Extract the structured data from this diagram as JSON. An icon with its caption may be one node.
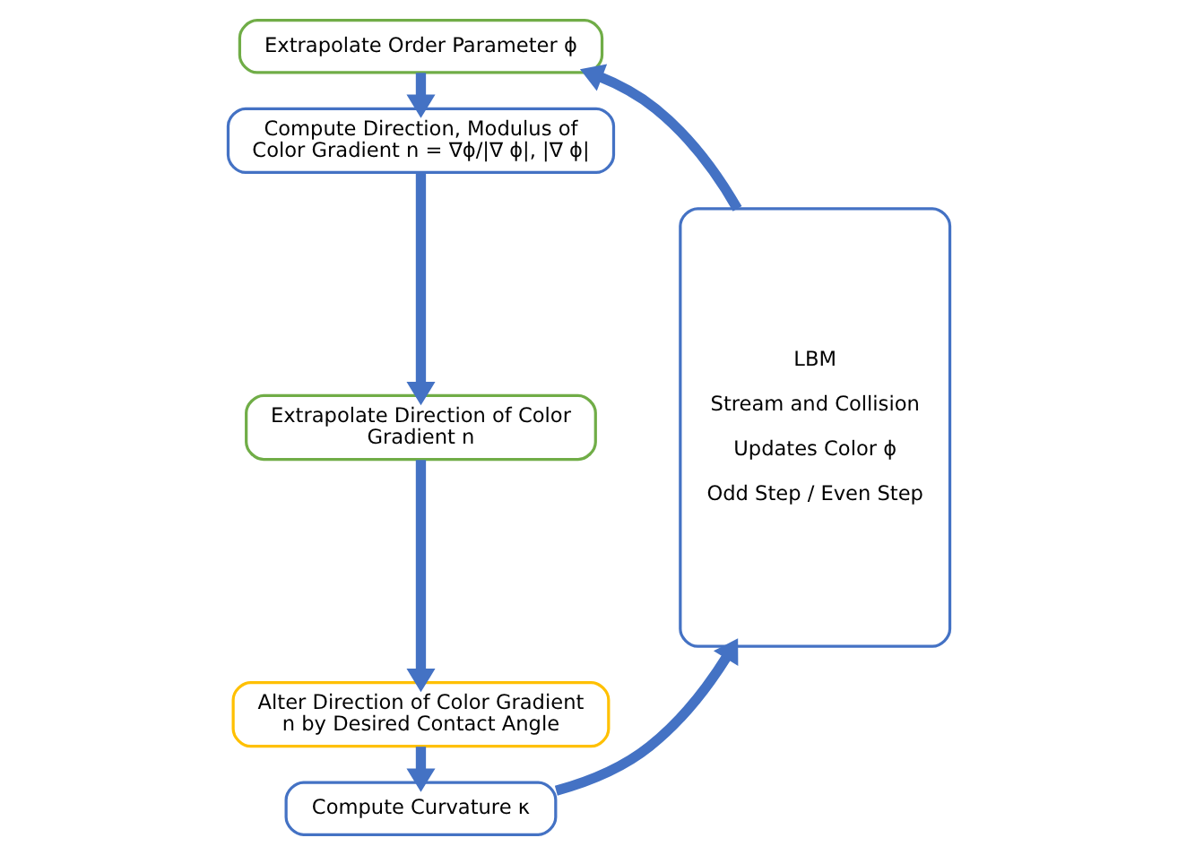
{
  "diagram": {
    "nodes": [
      {
        "text": [
          "Extrapolate Order Parameter ϕ"
        ]
      },
      {
        "text": [
          "Compute Direction, Modulus of Color Gradient n = ∇ϕ/|∇ ϕ|, |∇ ϕ|"
        ]
      },
      {
        "text": [
          "Extrapolate Direction of Color Gradient n"
        ]
      },
      {
        "text": [
          "Alter Direction of Color Gradient n by Desired Contact Angle"
        ]
      },
      {
        "text": [
          "Compute Curvature κ"
        ]
      },
      {
        "text": [
          "LBM",
          "Stream and Collision",
          "Updates Color ϕ",
          "Odd Step / Even Step"
        ]
      }
    ],
    "edges": [
      {
        "from": 0,
        "to": 1,
        "arrow": "to"
      },
      {
        "from": 1,
        "to": 2,
        "arrow": "to"
      },
      {
        "from": 2,
        "to": 3,
        "arrow": "to"
      },
      {
        "from": 3,
        "to": 4,
        "arrow": "to"
      },
      {
        "from": 4,
        "to": 5,
        "arrow": "to"
      },
      {
        "from": 5,
        "to": 0,
        "arrow": "to"
      }
    ]
  }
}
